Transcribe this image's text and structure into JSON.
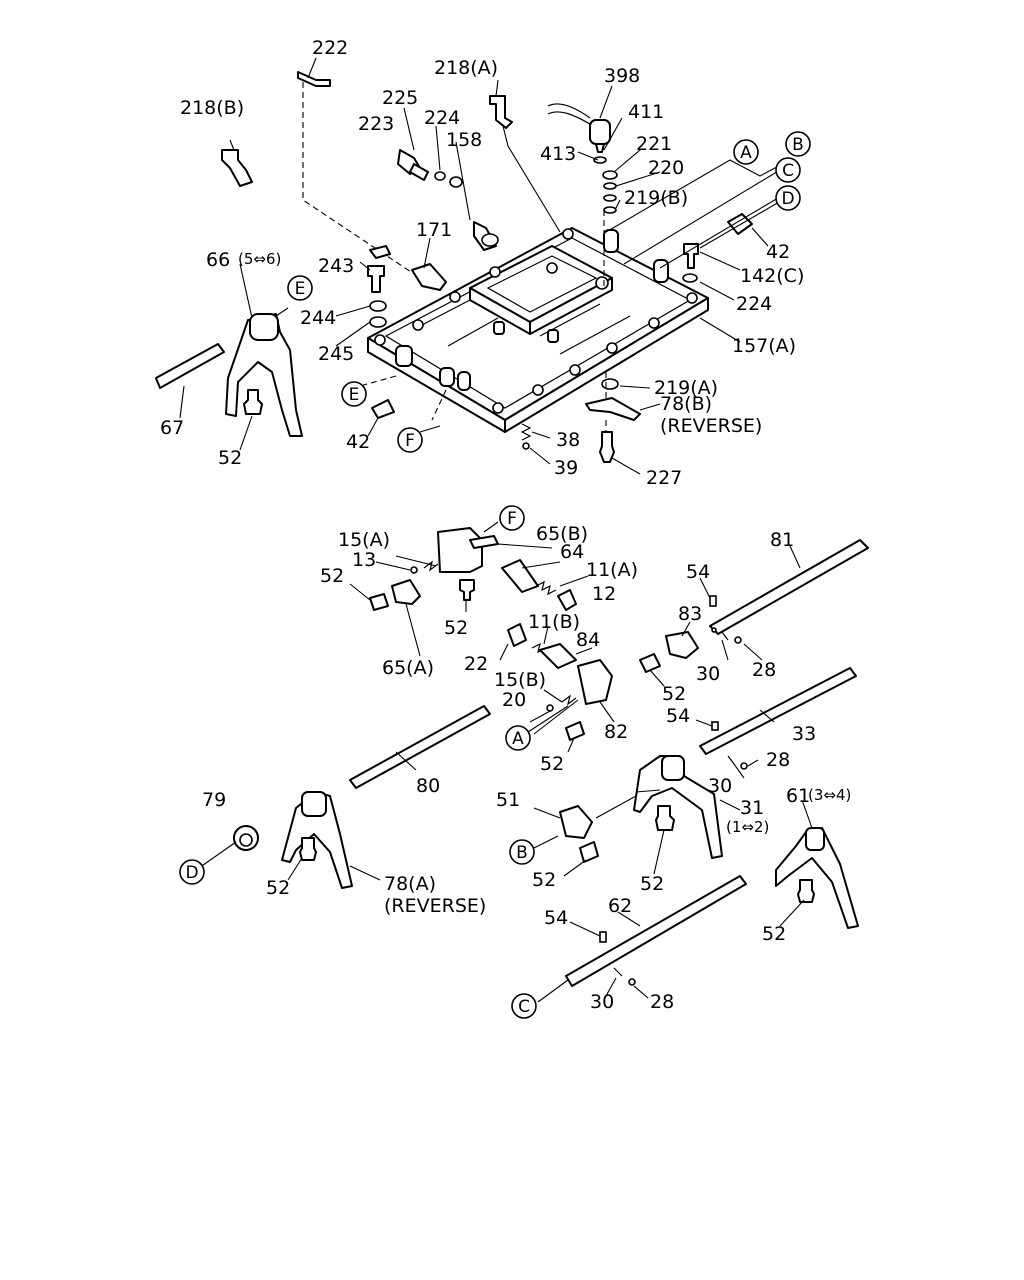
{
  "labels": {
    "p222": "222",
    "p218a": "218(A)",
    "p218b": "218(B)",
    "p398": "398",
    "p225": "225",
    "p224a": "224",
    "p223": "223",
    "p158": "158",
    "p411": "411",
    "p413": "413",
    "p221": "221",
    "p220": "220",
    "p219b": "219(B)",
    "p171": "171",
    "p66": "66",
    "p66sub": "(5⇔6)",
    "p243": "243",
    "p244": "244",
    "p245": "245",
    "p42a": "42",
    "p142c": "142(C)",
    "p224b": "224",
    "p157a": "157(A)",
    "p219a": "219(A)",
    "p78b": "78(B)",
    "p78b_rev": "(REVERSE)",
    "p67": "67",
    "p52a": "52",
    "p42b": "42",
    "p38": "38",
    "p39": "39",
    "p227": "227",
    "p15a": "15(A)",
    "p13": "13",
    "p65b": "65(B)",
    "p64": "64",
    "p11a": "11(A)",
    "p12": "12",
    "p52b": "52",
    "p52c": "52",
    "p65a": "65(A)",
    "p81": "81",
    "p54a": "54",
    "p83": "83",
    "p30a": "30",
    "p28a": "28",
    "p11b": "11(B)",
    "p84": "84",
    "p22": "22",
    "p15b": "15(B)",
    "p20": "20",
    "p52d": "52",
    "p82": "82",
    "p52e": "52",
    "p54b": "54",
    "p33": "33",
    "p30b": "30",
    "p28b": "28",
    "p80": "80",
    "p79": "79",
    "p51": "51",
    "p31": "31",
    "p31sub": "(1⇔2)",
    "p61": "61",
    "p61sub": "(3⇔4)",
    "p52f": "52",
    "p52g": "52",
    "p52h": "52",
    "p78a": "78(A)",
    "p78a_rev": "(REVERSE)",
    "p54c": "54",
    "p62": "62",
    "p52i": "52",
    "p30c": "30",
    "p28c": "28"
  },
  "callouts": {
    "A": "A",
    "B": "B",
    "C": "C",
    "D": "D",
    "E": "E",
    "F": "F"
  }
}
